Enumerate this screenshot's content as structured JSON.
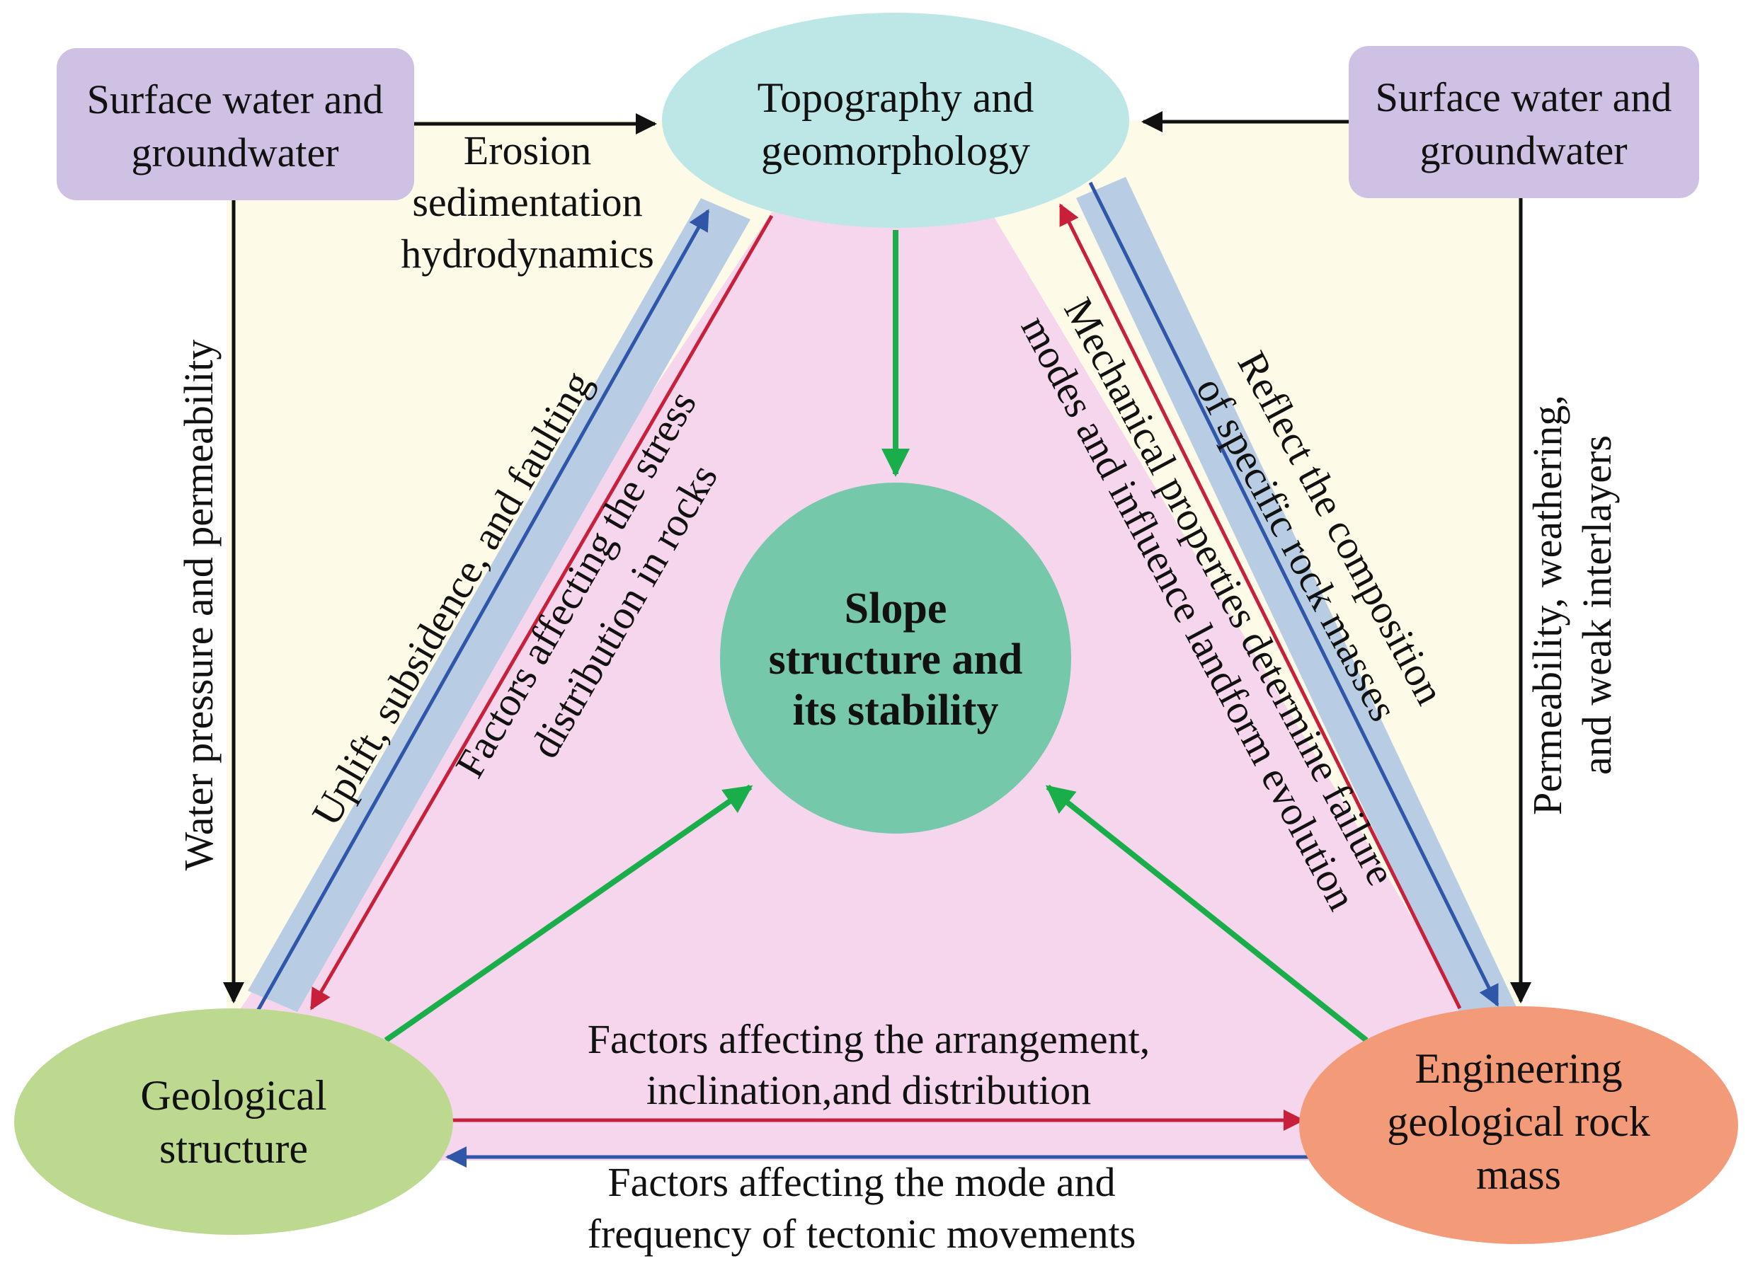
{
  "nodes": {
    "topography": [
      "Topography and",
      "geomorphology"
    ],
    "geological": [
      "Geological",
      "structure"
    ],
    "engineering": [
      "Engineering",
      "geological rock",
      "mass"
    ],
    "center": [
      "Slope",
      "structure and",
      "its stability"
    ]
  },
  "boxes": {
    "water_left": [
      "Surface water and",
      "groundwater"
    ],
    "water_right": [
      "Surface water and",
      "groundwater"
    ]
  },
  "labels": {
    "erosion": [
      "Erosion",
      "sedimentation",
      "hydrodynamics"
    ],
    "water_pressure": "Water pressure and permeability",
    "permeability_right": [
      "Permeability, weathering,",
      "and weak interlayers"
    ],
    "uplift": "Uplift, subsidence, and faulting",
    "stress": [
      "Factors affecting the stress",
      "distribution in rocks"
    ],
    "mechanical": [
      "Mechanical properties determine failure",
      "modes and influence landform evolution"
    ],
    "reflect": [
      "Reflect the composition",
      "of specific rock masses"
    ],
    "arrangement": [
      "Factors affecting the arrangement,",
      "inclination,and distribution"
    ],
    "tectonic": [
      "Factors affecting the mode and",
      "frequency of tectonic movements"
    ]
  },
  "colors": {
    "background_panel": "#fdfbe8",
    "triangle_fill": "#f6d6ec",
    "band": "#b8cde3",
    "blue": "#2f56a8",
    "red": "#c8203a",
    "green": "#1aae4a",
    "black": "#111111",
    "topography_node": "#bde7e7",
    "geological_node": "#bdd88f",
    "engineering_node": "#f39a78",
    "center_node": "#76c8ab",
    "water_box": "#cfc1e3"
  }
}
